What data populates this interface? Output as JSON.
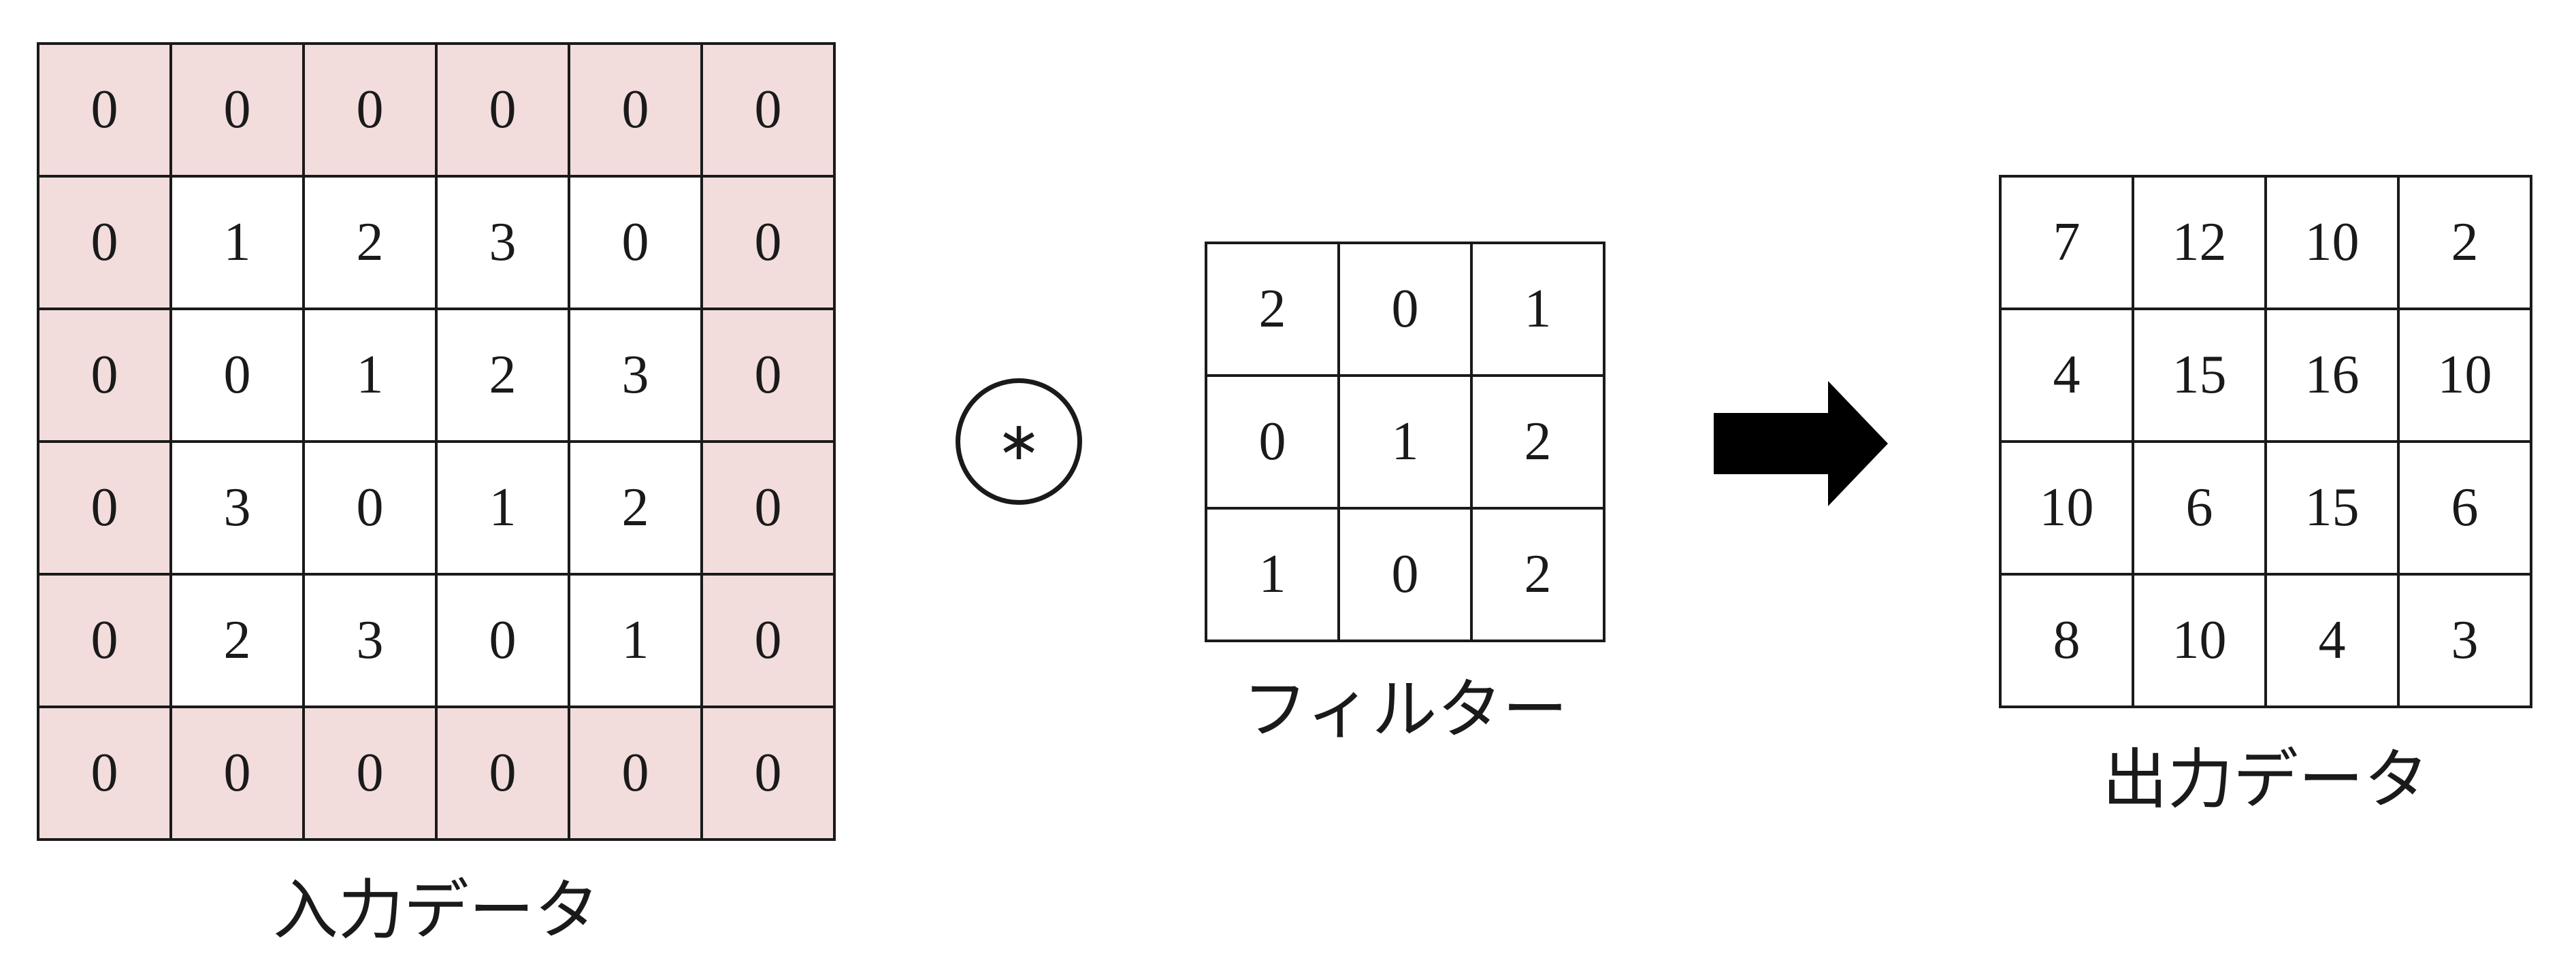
{
  "input": {
    "caption": "入力データ",
    "rows": [
      [
        "0",
        "0",
        "0",
        "0",
        "0",
        "0"
      ],
      [
        "0",
        "1",
        "2",
        "3",
        "0",
        "0"
      ],
      [
        "0",
        "0",
        "1",
        "2",
        "3",
        "0"
      ],
      [
        "0",
        "3",
        "0",
        "1",
        "2",
        "0"
      ],
      [
        "0",
        "2",
        "3",
        "0",
        "1",
        "0"
      ],
      [
        "0",
        "0",
        "0",
        "0",
        "0",
        "0"
      ]
    ],
    "padding_color": "#f2dcdc"
  },
  "operator": {
    "symbol": "∗"
  },
  "filter": {
    "caption": "フィルター",
    "rows": [
      [
        "2",
        "0",
        "1"
      ],
      [
        "0",
        "1",
        "2"
      ],
      [
        "1",
        "0",
        "2"
      ]
    ]
  },
  "arrow": {
    "icon": "right-arrow-icon"
  },
  "output": {
    "caption": "出力データ",
    "rows": [
      [
        "7",
        "12",
        "10",
        "2"
      ],
      [
        "4",
        "15",
        "16",
        "10"
      ],
      [
        "10",
        "6",
        "15",
        "6"
      ],
      [
        "8",
        "10",
        "4",
        "3"
      ]
    ]
  }
}
